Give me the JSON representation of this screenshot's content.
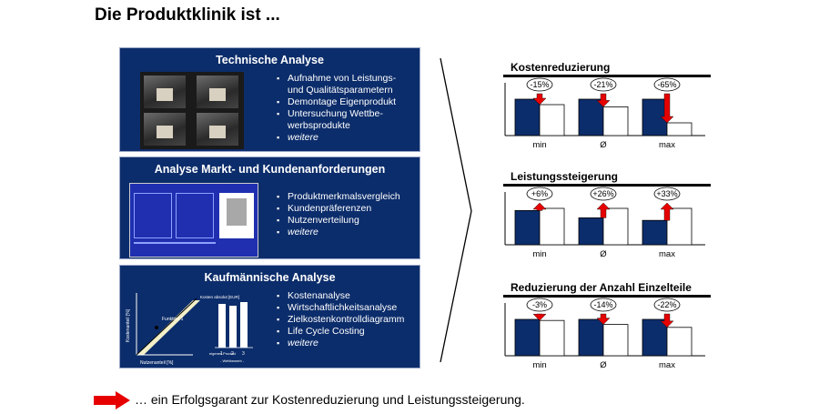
{
  "title": "Die Produktklinik ist ...",
  "panels": [
    {
      "title": "Technische Analyse",
      "bullets": [
        "Aufnahme von Leistungs- und Qualitätsparametern",
        "Demontage Eigenprodukt",
        "Untersuchung Wettbe-werbsprodukte"
      ],
      "more": "weitere"
    },
    {
      "title": "Analyse Markt- und Kundenanforderungen",
      "bullets": [
        "Produktmerkmalsvergleich",
        "Kundenpräferenzen",
        "Nutzenverteilung"
      ],
      "more": "weitere"
    },
    {
      "title": "Kaufmännische Analyse",
      "bullets": [
        "Kostenanalyse",
        "Wirtschaftlichkeitsanalyse",
        "Zielkostenkontrolldiagramm",
        "Life Cycle Costing"
      ],
      "more": "weitere"
    }
  ],
  "thumb3": {
    "ylabel": "Kostenanteil [%]",
    "xlabel": "Nutzenanteil [%]",
    "point_label": "Funktion 1",
    "bars_label": "Kosten absolut [EUR]",
    "x_labels": [
      "eigenes Produkt",
      "1",
      "2",
      "3"
    ],
    "group_label": "- Wettbewerb -"
  },
  "colors": {
    "bar_dark": "#0c2d6b",
    "arrow": "#e60000",
    "panel": "#0c2d6b"
  },
  "chart_data": [
    {
      "type": "bar",
      "title": "Kostenreduzierung",
      "categories": [
        "min",
        "Ø",
        "max"
      ],
      "series": [
        {
          "values": [
            100,
            100,
            100
          ]
        },
        {
          "values": [
            85,
            79,
            35
          ]
        }
      ],
      "labels": [
        "-15%",
        "-21%",
        "-65%"
      ],
      "direction": "down"
    },
    {
      "type": "bar",
      "title": "Leistungssteigerung",
      "categories": [
        "min",
        "Ø",
        "max"
      ],
      "series": [
        {
          "values": [
            94,
            74,
            67
          ]
        },
        {
          "values": [
            100,
            100,
            100
          ]
        }
      ],
      "labels": [
        "+6%",
        "+26%",
        "+33%"
      ],
      "direction": "up"
    },
    {
      "type": "bar",
      "title": "Reduzierung der Anzahl Einzelteile",
      "categories": [
        "min",
        "Ø",
        "max"
      ],
      "series": [
        {
          "values": [
            100,
            100,
            100
          ]
        },
        {
          "values": [
            97,
            86,
            78
          ]
        }
      ],
      "labels": [
        "-3%",
        "-14%",
        "-22%"
      ],
      "direction": "down"
    }
  ],
  "bottom_text": "… ein Erfolgsgarant zur Kostenreduzierung und Leistungssteigerung."
}
